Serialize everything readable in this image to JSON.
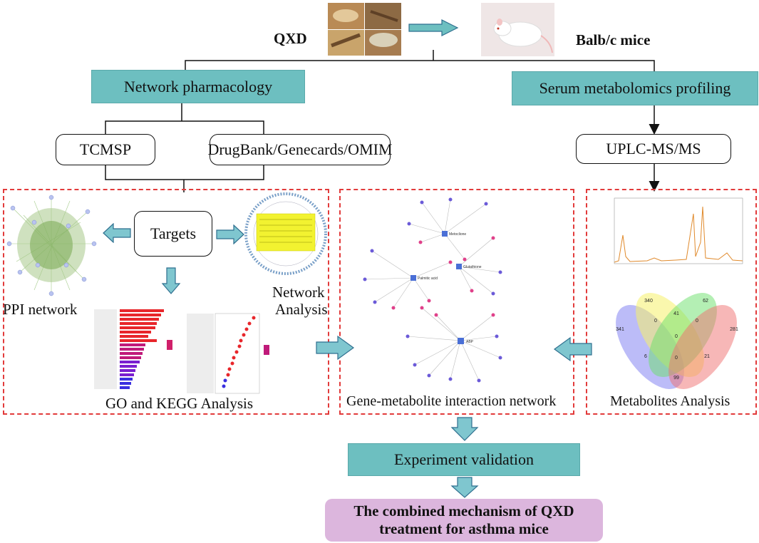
{
  "top": {
    "herb_label": "QXD",
    "mice_label": "Balb/c mice"
  },
  "branches": {
    "left": "Network pharmacology",
    "right": "Serum metabolomics profiling"
  },
  "sources": {
    "tcmsp": "TCMSP",
    "databases": "DrugBank/Genecards/OMIM",
    "uplc": "UPLC-MS/MS"
  },
  "panel_left": {
    "targets": "Targets",
    "ppi": "PPI network",
    "network_analysis_1": "Network",
    "network_analysis_2": "Analysis",
    "go_kegg": "GO and KEGG Analysis"
  },
  "panel_middle": {
    "caption": "Gene-metabolite interaction network",
    "hubs": [
      "Metoclione",
      "Palmitic acid",
      "Glutathione",
      "ABP"
    ]
  },
  "panel_right": {
    "caption": "Metabolites Analysis",
    "venn_counts": [
      "341",
      "340",
      "62",
      "281",
      "41",
      "0",
      "0",
      "6",
      "0",
      "21",
      "99",
      "0"
    ]
  },
  "bottom": {
    "experiment": "Experiment validation",
    "conclusion_1": "The combined mechanism of QXD",
    "conclusion_2": "treatment for asthma mice"
  },
  "colors": {
    "teal_box": "#6dbfc0",
    "dashed_frame": "#e23b3b",
    "conclusion_box": "#dcb6dd",
    "arrow_fill": "#7fc6cf"
  }
}
